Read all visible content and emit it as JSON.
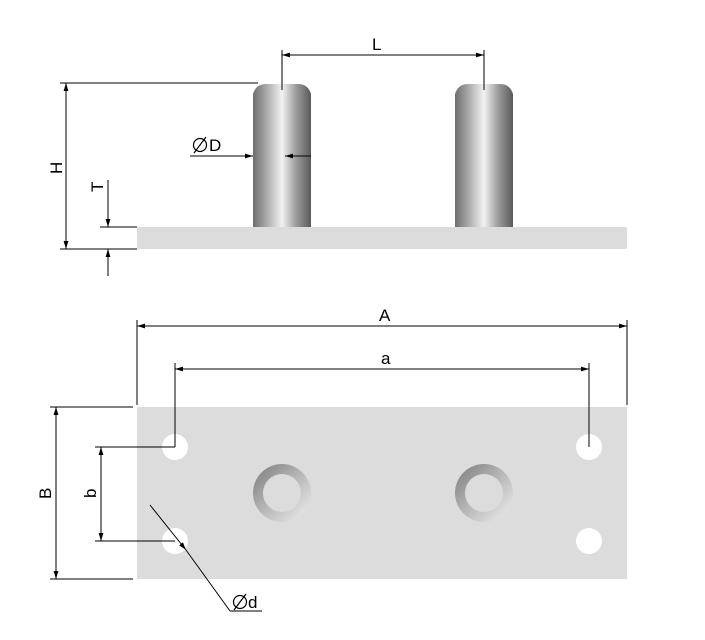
{
  "drawing": {
    "labels": {
      "L": "L",
      "H": "H",
      "T": "T",
      "D": "D",
      "A": "A",
      "a": "a",
      "B": "B",
      "b": "b",
      "d": "d"
    },
    "colors": {
      "plate": "#dcdcdc",
      "dimension_line": "#000000",
      "background": "#ffffff"
    }
  }
}
